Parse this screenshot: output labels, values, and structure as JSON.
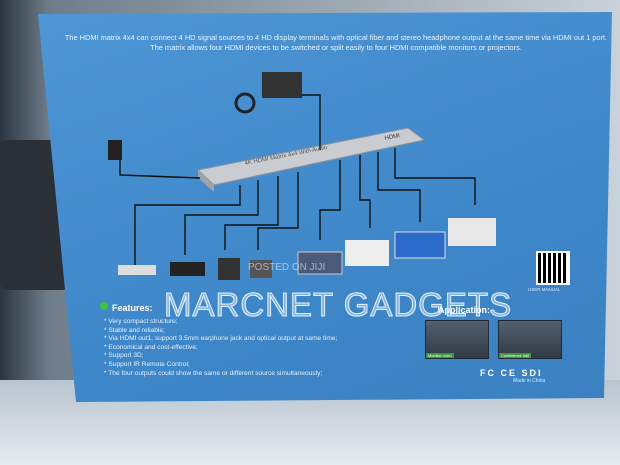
{
  "box": {
    "intro_text": "The HDMI matrix 4x4 can connect 4 HD signal sources to 4 HD display terminals with optical fiber and stereo headphone output at the same time via HDMI out 1 port. The matrix allows four HDMI devices to be switched or split easily to four HDMI compatible monitors or projectors.",
    "device_label": "4K HDMI Matrix 4x4 With Audio",
    "device_logo": "HDMI",
    "features_title": "Features:",
    "features": [
      "* Very compact structure;",
      "* Stable and reliable;",
      "* Via HDMI out1, support 3.5mm earphone jack and optical output at same time;",
      "* Economical and cost-effective;",
      "* Support 3D;",
      "* Support IR Remote Control;",
      "* The four outputs could show the same or different source simultaneously;"
    ],
    "application_title": "Application:",
    "application_images": [
      "Monitor room",
      "Conference hall"
    ],
    "qr_caption": "USER MANUAL",
    "certifications": "FC CE SDI",
    "made_in": "Made in China",
    "box_color": "#4a90d0"
  },
  "watermark": {
    "brand": "MARCNET GADGETS",
    "posted": "POSTED ON JIJI"
  }
}
